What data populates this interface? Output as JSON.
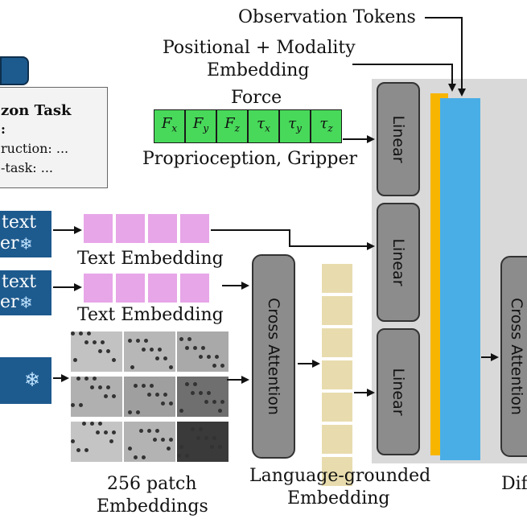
{
  "header": {
    "obs_tokens": "Observation Tokens",
    "pos_mod_line1": "Positional + Modality",
    "pos_mod_line2": "Embedding"
  },
  "task_box": {
    "title": "zon Task",
    "line1": ":",
    "line2": "ruction: ...",
    "line3": "-task: ..."
  },
  "force": {
    "title": "Force",
    "cells": [
      "Fx",
      "Fy",
      "Fz",
      "τx",
      "τy",
      "τz"
    ],
    "caption": "Proprioception, Gripper"
  },
  "encoders": [
    {
      "line1": "text",
      "line2": "er",
      "snowflake": "❄"
    },
    {
      "line1": "text",
      "line2": "er",
      "snowflake": "❄"
    },
    {
      "line1": "",
      "line2": "",
      "snowflake": "❄"
    }
  ],
  "text_embedding_labels": [
    "Text Embedding",
    "Text Embedding"
  ],
  "patch_caption": {
    "line1": "256 patch",
    "line2": "Embeddings"
  },
  "cross_attention_label": "Cross Attention",
  "lang_caption": {
    "line1": "Language-grounded",
    "line2": "Embedding"
  },
  "linear_labels": [
    "Linear",
    "Linear",
    "Linear"
  ],
  "cross_attention_right_label": "Cross Attention",
  "bottom_right_text": "Dif",
  "colors": {
    "navy": "#1d5a8e",
    "pink": "#e7a6e7",
    "green": "#48d95a",
    "tan": "#e8dcae",
    "gray_panel": "#d9d9d9",
    "linear_gray": "#8c8c8c",
    "orange": "#f7b500",
    "blue": "#4aaee6"
  }
}
